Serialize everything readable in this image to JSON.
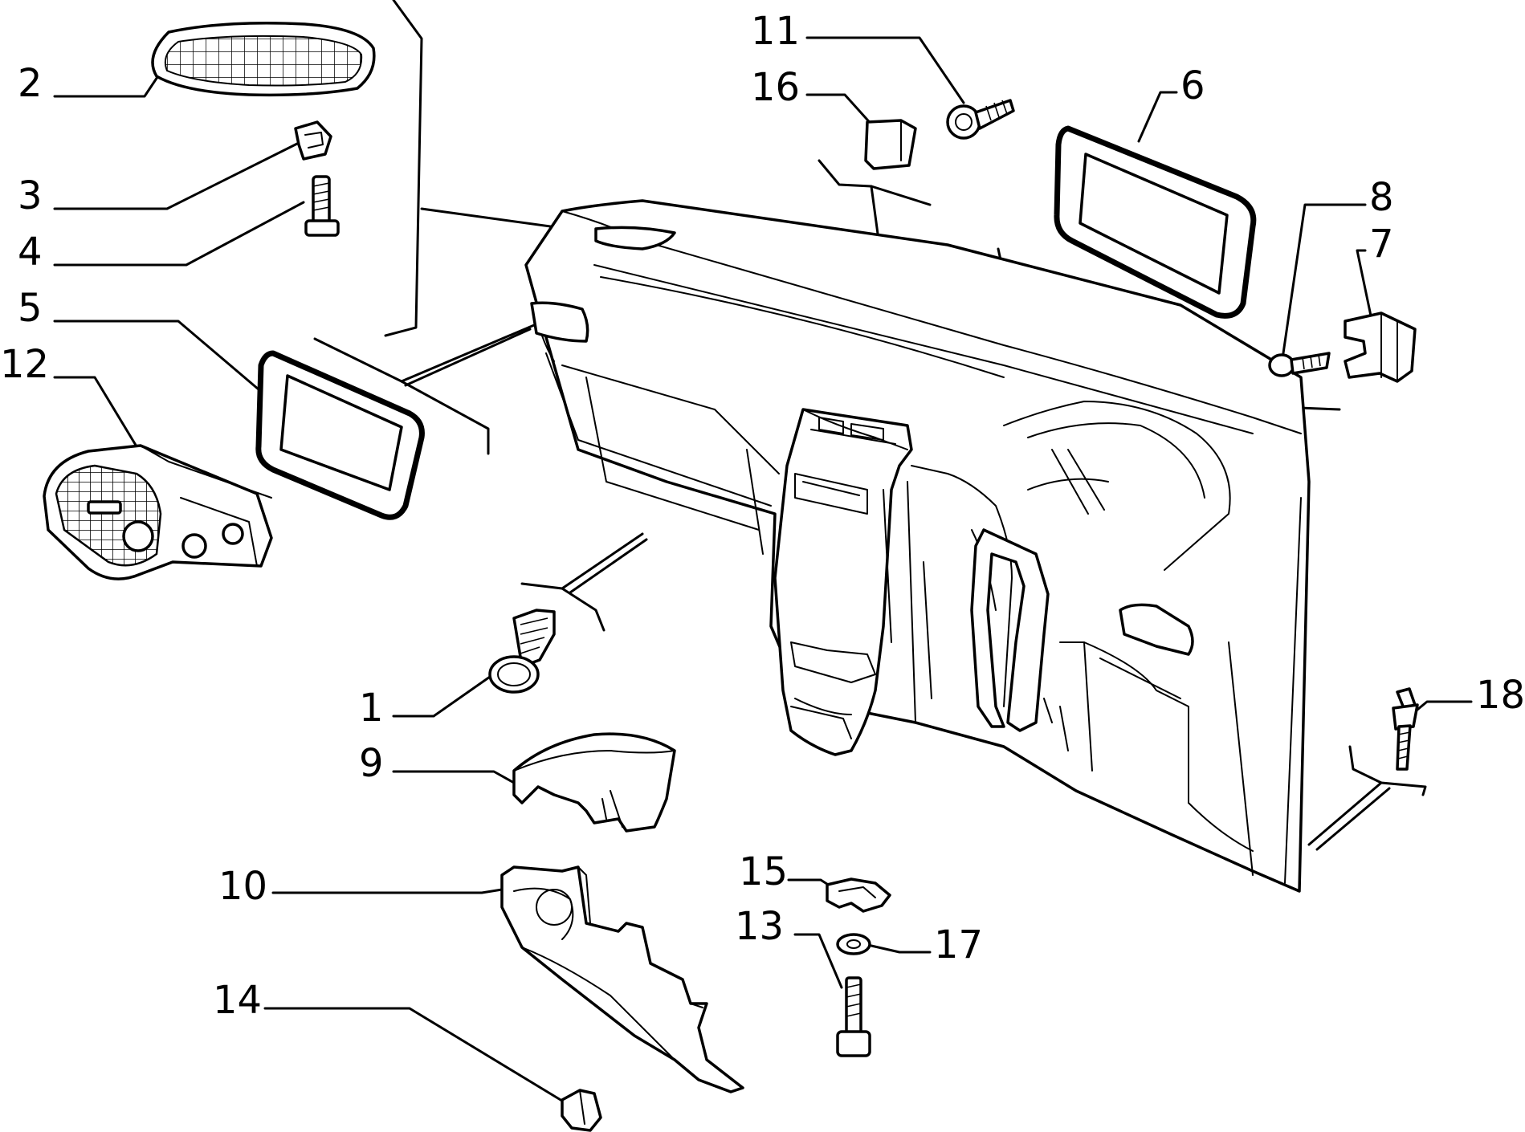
{
  "diagram": {
    "type": "exploded parts diagram",
    "subject": "dashboard assembly",
    "colors": {
      "ink": "#000000",
      "paper": "#ffffff"
    }
  },
  "callouts": [
    {
      "id": "1",
      "label": "1"
    },
    {
      "id": "2",
      "label": "2"
    },
    {
      "id": "3",
      "label": "3"
    },
    {
      "id": "4",
      "label": "4"
    },
    {
      "id": "5",
      "label": "5"
    },
    {
      "id": "6",
      "label": "6"
    },
    {
      "id": "7",
      "label": "7"
    },
    {
      "id": "8",
      "label": "8"
    },
    {
      "id": "9",
      "label": "9"
    },
    {
      "id": "10",
      "label": "10"
    },
    {
      "id": "11",
      "label": "11"
    },
    {
      "id": "12",
      "label": "12"
    },
    {
      "id": "13",
      "label": "13"
    },
    {
      "id": "14",
      "label": "14"
    },
    {
      "id": "15",
      "label": "15"
    },
    {
      "id": "16",
      "label": "16"
    },
    {
      "id": "17",
      "label": "17"
    },
    {
      "id": "18",
      "label": "18"
    }
  ]
}
